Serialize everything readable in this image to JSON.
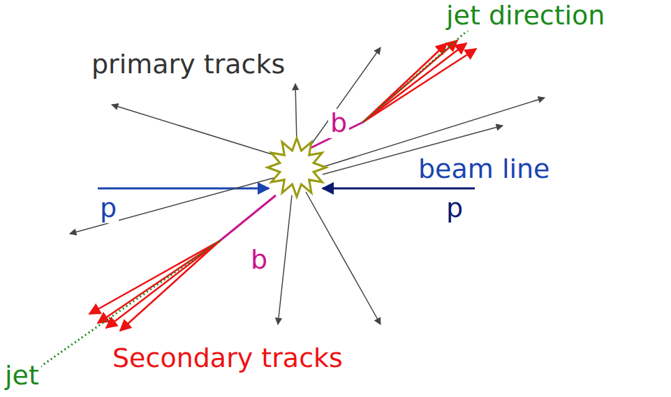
{
  "diagram": {
    "labels": [
      "jet direction",
      "primary tracks",
      "b",
      "beam line",
      "p",
      "p",
      "b",
      "Secondary tracks",
      "jet"
    ]
  }
}
